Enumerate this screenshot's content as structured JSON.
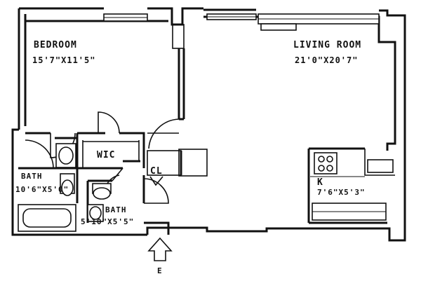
{
  "rooms": {
    "bedroom": {
      "name": "BEDROOM",
      "dims": "15'7\"X11'5\""
    },
    "living": {
      "name": "LIVING ROOM",
      "dims": "21'0\"X20'7\""
    },
    "kitchen": {
      "name": "K",
      "dims": "7'6\"X5'3\""
    },
    "bath1": {
      "name": "BATH",
      "dims": "10'6\"X5'0\""
    },
    "bath2": {
      "name": "BATH",
      "dims": "5'10\"X5'5\""
    },
    "closet": {
      "name": "WIC"
    },
    "coat": {
      "name": "CL"
    }
  },
  "entrance": {
    "label": "E"
  },
  "icons": [
    "entrance-arrow-icon",
    "door-swing-icon",
    "window-icon",
    "sink-icon",
    "toilet-icon",
    "bathtub-icon",
    "stove-icon"
  ]
}
